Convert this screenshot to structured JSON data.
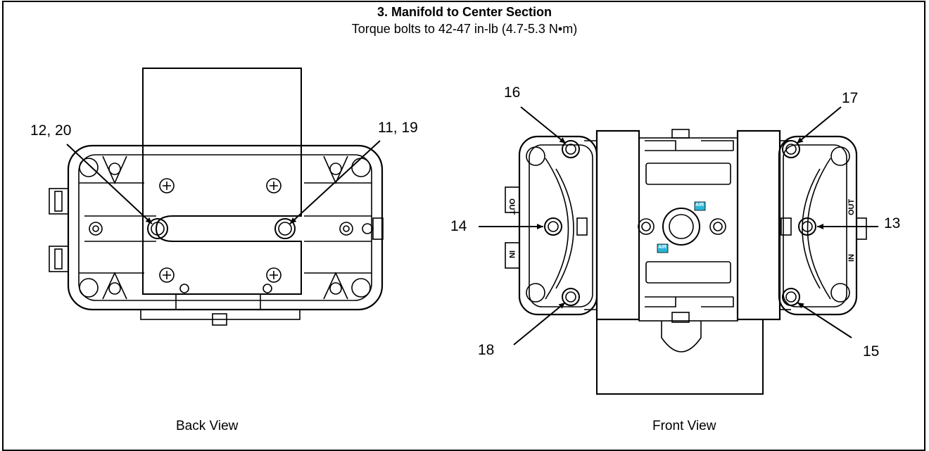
{
  "heading": {
    "title": "3. Manifold to Center Section",
    "subtitle": "Torque bolts to 42-47 in-lb (4.7-5.3 N•m)"
  },
  "views": {
    "back_label": "Back View",
    "front_label": "Front View"
  },
  "callouts": {
    "c_12_20": "12, 20",
    "c_11_19": "11, 19",
    "c_16": "16",
    "c_17": "17",
    "c_14": "14",
    "c_13": "13",
    "c_18": "18",
    "c_15": "15"
  },
  "port_markings": {
    "out": "OUT",
    "in": "IN",
    "air_top": "AIR",
    "air_bottom": "AIR"
  },
  "colors": {
    "line": "#000000",
    "air_tag": "#29b6d8"
  }
}
